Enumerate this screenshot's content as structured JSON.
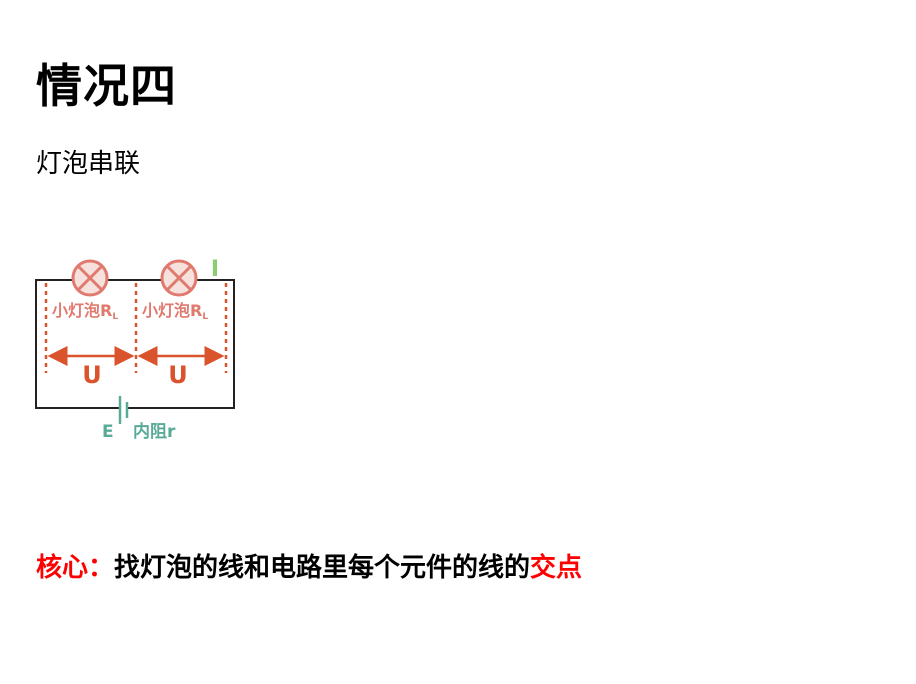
{
  "title": "情况四",
  "subtitle": "灯泡串联",
  "circuit": {
    "bulb_label": "小灯泡R",
    "bulb_label_sub": "L",
    "voltage_label": "U",
    "current_label": "I",
    "emf_label": "E",
    "internal_resistance_label": "内阻r",
    "colors": {
      "bulb": "#e07a6f",
      "bulb_fill": "#f7e1dc",
      "voltage": "#d9532c",
      "current": "#8ccc72",
      "battery": "#5aaa98",
      "wire": "#222222"
    }
  },
  "core": {
    "label": "核心：",
    "text": "找灯泡的线和电路里每个元件的线的",
    "highlight": "交点"
  }
}
